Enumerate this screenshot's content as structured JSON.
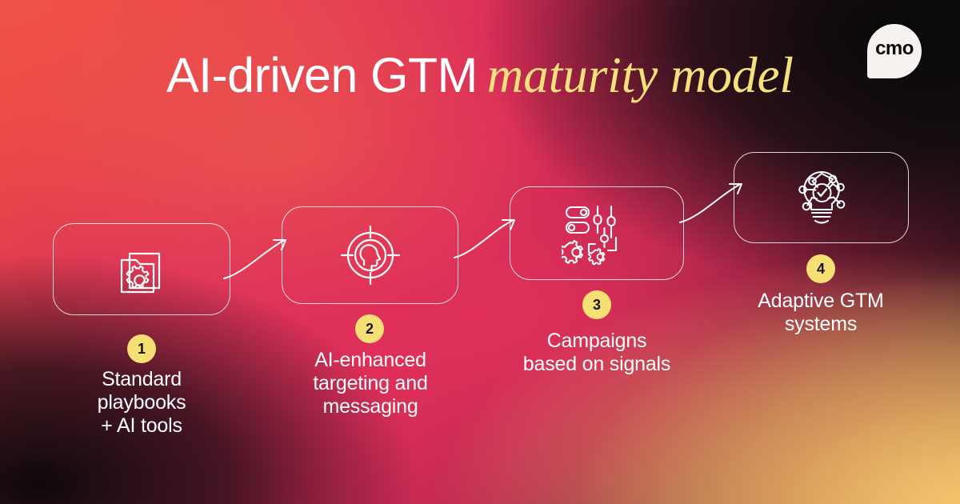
{
  "brand": {
    "logo_text": "cmo",
    "logo_icon": "cmo-speech-bubble-logo"
  },
  "title": {
    "main": "AI-driven GTM",
    "accent": "maturity model"
  },
  "colors": {
    "accent_yellow": "#f6e07e",
    "badge_yellow": "#f6e074",
    "title_white": "#ffffff",
    "bg_coral": "#e8473f",
    "bg_crimson": "#d92a59",
    "bg_gold": "#f0c06a",
    "bg_dark": "#0b0b0c"
  },
  "steps": [
    {
      "number": "1",
      "icon": "folder-gear-icon",
      "caption": "Standard\nplaybooks\n+ AI tools",
      "caption_lines": [
        "Standard",
        "playbooks",
        "+ AI tools"
      ]
    },
    {
      "number": "2",
      "icon": "target-audience-head-icon",
      "caption": "AI-enhanced\ntargeting and\nmessaging",
      "caption_lines": [
        "AI-enhanced",
        "targeting and",
        "messaging"
      ]
    },
    {
      "number": "3",
      "icon": "toggles-sliders-gears-icon",
      "caption": "Campaigns\nbased on signals",
      "caption_lines": [
        "Campaigns",
        "based on signals"
      ]
    },
    {
      "number": "4",
      "icon": "lightbulb-network-check-icon",
      "caption": "Adaptive GTM\nsystems",
      "caption_lines": [
        "Adaptive GTM",
        "systems"
      ]
    }
  ],
  "connectors": [
    {
      "from": "1",
      "to": "2",
      "icon": "curved-arrow-right-icon"
    },
    {
      "from": "2",
      "to": "3",
      "icon": "curved-arrow-right-icon"
    },
    {
      "from": "3",
      "to": "4",
      "icon": "curved-arrow-right-icon"
    }
  ]
}
